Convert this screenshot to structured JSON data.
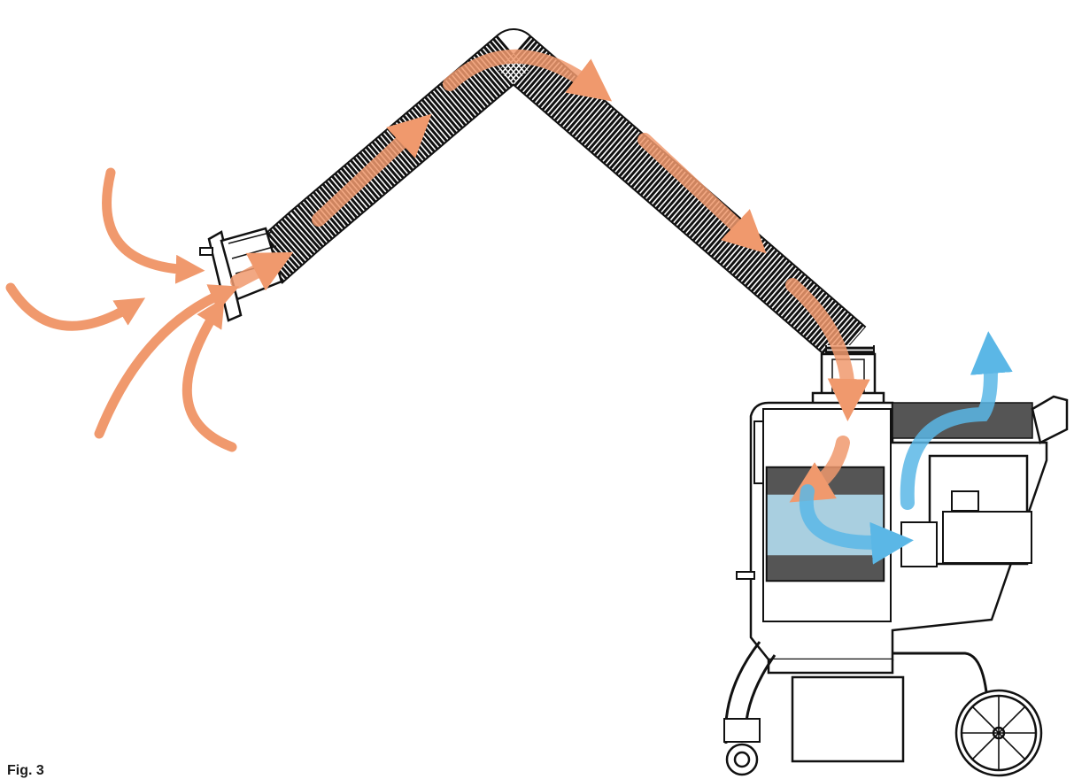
{
  "figure": {
    "caption": "Fig. 3"
  },
  "flow": {
    "intake_color": "#f0996d",
    "exhaust_color": "#5bb7e6",
    "filter_color": "#a9cfe0"
  },
  "icons": {
    "hose": "flexible-extraction-arm",
    "hood": "capture-hood",
    "unit": "mobile-fume-extractor",
    "wheel": "rear-wheel",
    "caster": "front-caster"
  }
}
